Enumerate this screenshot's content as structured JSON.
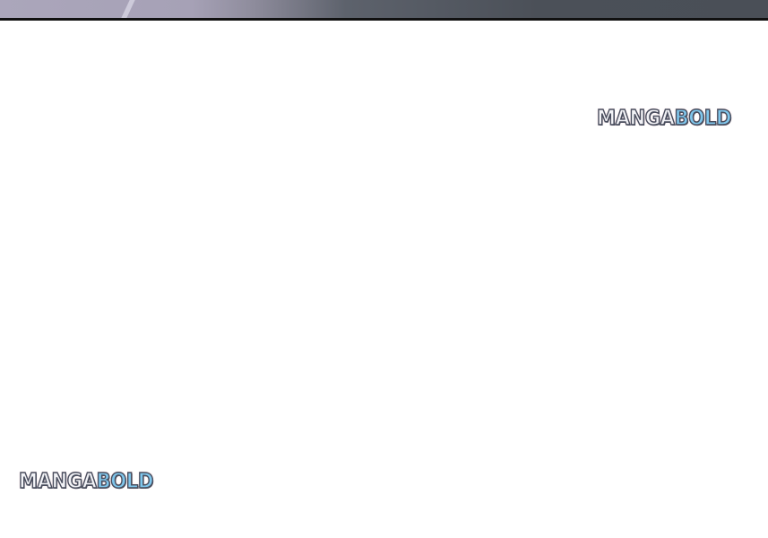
{
  "watermarks": [
    {
      "part1": "MANGA",
      "part2": "BOLD"
    },
    {
      "part1": "MANGA",
      "part2": "BOLD"
    }
  ],
  "colors": {
    "watermark_white": "#f2f2f6",
    "watermark_blue": "#7fc6ec",
    "outline": "#4a4e5e"
  }
}
